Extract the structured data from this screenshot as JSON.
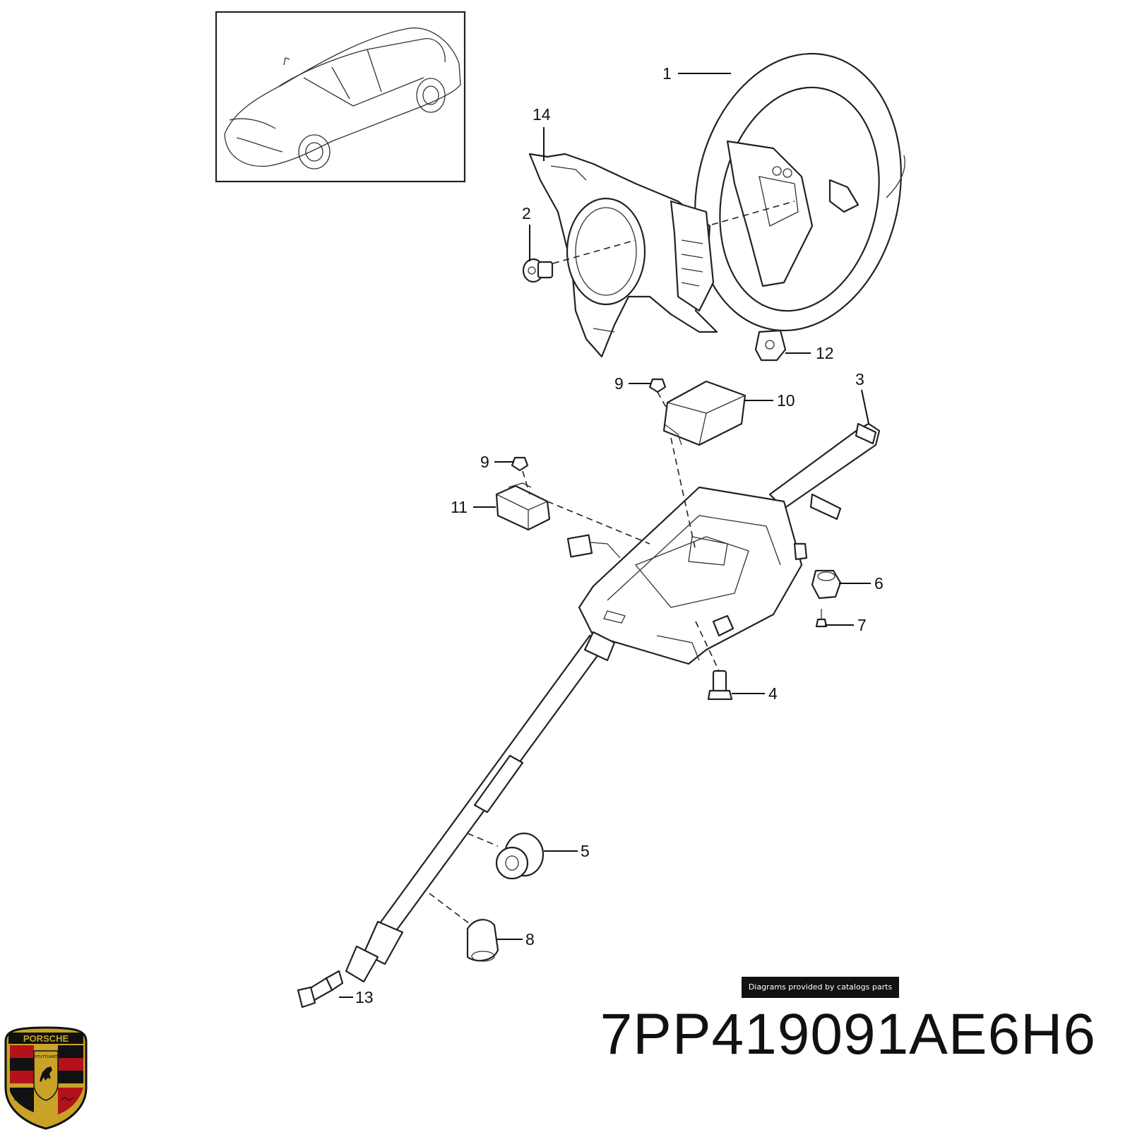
{
  "brand": {
    "name": "PORSCHE",
    "crest_text": "STUTTGART",
    "colors": {
      "gold": "#c9a227",
      "red": "#b3121b",
      "black": "#111111"
    }
  },
  "inset": {
    "subject": "vehicle overview",
    "border_color": "#222222"
  },
  "callouts": [
    {
      "id": "1",
      "label": "1"
    },
    {
      "id": "2",
      "label": "2"
    },
    {
      "id": "3",
      "label": "3"
    },
    {
      "id": "4",
      "label": "4"
    },
    {
      "id": "5",
      "label": "5"
    },
    {
      "id": "6",
      "label": "6"
    },
    {
      "id": "7",
      "label": "7"
    },
    {
      "id": "8",
      "label": "8"
    },
    {
      "id": "9a",
      "label": "9"
    },
    {
      "id": "9b",
      "label": "9"
    },
    {
      "id": "10",
      "label": "10"
    },
    {
      "id": "11",
      "label": "11"
    },
    {
      "id": "12",
      "label": "12"
    },
    {
      "id": "13",
      "label": "13"
    },
    {
      "id": "14",
      "label": "14"
    }
  ],
  "credit": "Diagrams provided by catalogs parts",
  "part_number": "7PP419091AE6H6"
}
